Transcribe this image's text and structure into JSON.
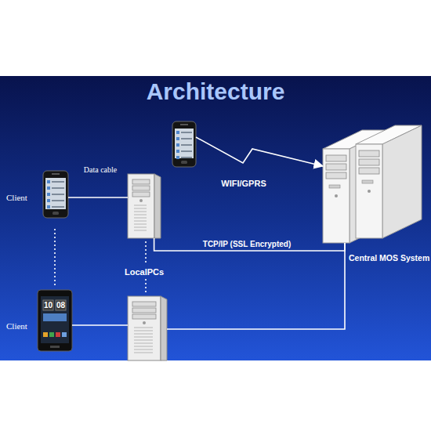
{
  "diagram": {
    "title": "Architecture",
    "nodes": [
      {
        "text": []
      },
      {
        "text": [
          "Central MOS System"
        ]
      },
      {
        "text": [
          "Client"
        ]
      },
      {
        "text": [
          "LocalPCs"
        ]
      },
      {
        "text": [
          "Client"
        ]
      },
      {
        "text": []
      }
    ],
    "edges": [
      {
        "from": 0,
        "to": 1,
        "arrow": "to",
        "label": "WIFI/GPRS"
      },
      {
        "from": 2,
        "to": 3,
        "arrow": "none",
        "label": "Data cable"
      },
      {
        "from": 3,
        "to": 1,
        "arrow": "none",
        "label": "TCP/IP (SSL Encrypted)"
      },
      {
        "from": 4,
        "to": 5,
        "arrow": "none"
      },
      {
        "from": 5,
        "to": 1,
        "arrow": "none"
      }
    ],
    "labels": [
      "10",
      "08"
    ]
  }
}
